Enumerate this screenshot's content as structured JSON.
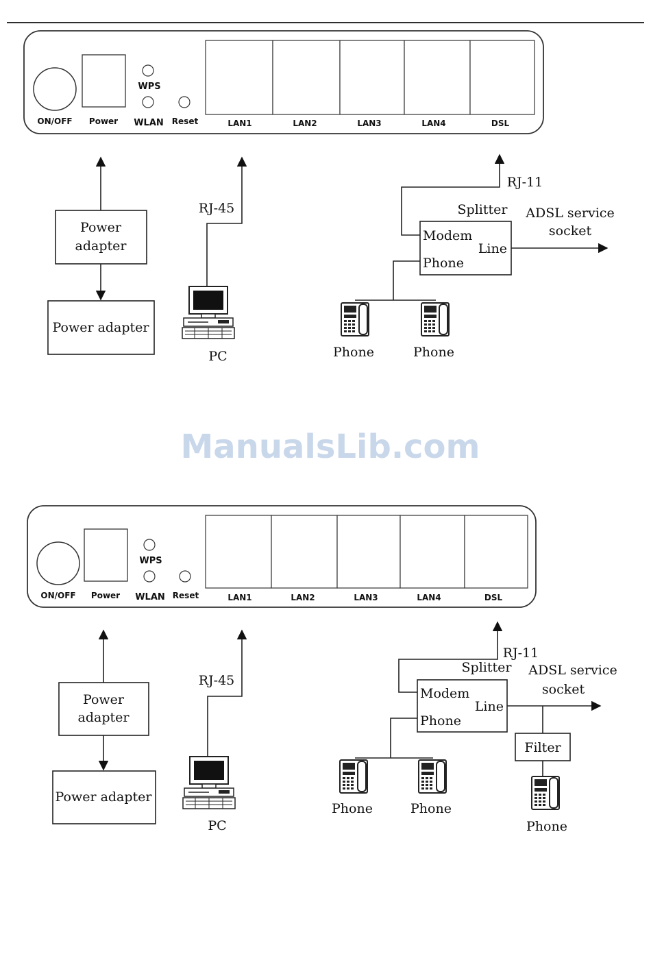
{
  "watermark": {
    "text": "ManualsLib.com",
    "color": "#c9d7ea"
  },
  "diagram1": {
    "panel": {
      "power_switch": "ON/OFF",
      "power_jack": "Power",
      "wps_led": "WPS",
      "wlan_led": "WLAN",
      "reset": "Reset",
      "ports": [
        "LAN1",
        "LAN2",
        "LAN3",
        "LAN4",
        "DSL"
      ]
    },
    "power_adapter_upper": [
      "Power",
      "adapter"
    ],
    "power_adapter_lower": "Power adapter",
    "rj45": "RJ-45",
    "pc": "PC",
    "rj11": "RJ-11",
    "splitter": "Splitter",
    "modem": "Modem",
    "phone_port": "Phone",
    "line": "Line",
    "adsl_socket": [
      "ADSL service",
      "socket"
    ],
    "phones": [
      "Phone",
      "Phone"
    ]
  },
  "diagram2": {
    "panel": {
      "power_switch": "ON/OFF",
      "power_jack": "Power",
      "wps_led": "WPS",
      "wlan_led": "WLAN",
      "reset": "Reset",
      "ports": [
        "LAN1",
        "LAN2",
        "LAN3",
        "LAN4",
        "DSL"
      ]
    },
    "power_adapter_upper": [
      "Power",
      "adapter"
    ],
    "power_adapter_lower": "Power adapter",
    "rj45": "RJ-45",
    "pc": "PC",
    "rj11": "RJ-11",
    "splitter": "Splitter",
    "modem": "Modem",
    "phone_port": "Phone",
    "line": "Line",
    "adsl_socket": [
      "ADSL service",
      "socket"
    ],
    "filter": "Filter",
    "phones": [
      "Phone",
      "Phone",
      "Phone"
    ]
  }
}
